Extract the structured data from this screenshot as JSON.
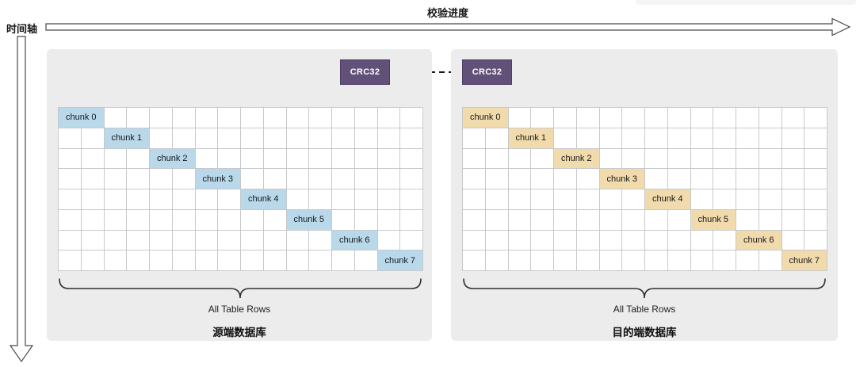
{
  "axes": {
    "progress_label": "校验进度",
    "time_label": "时间轴"
  },
  "colors": {
    "panel_bg": "#ececec",
    "grid_line": "#c6c9cc",
    "source_chunk": "#b9d8ea",
    "target_chunk": "#f1daab",
    "crc_bg": "#615077",
    "crc_border": "#4c3d62",
    "line": "#1c1c1c"
  },
  "panels": [
    {
      "id": "source",
      "crc_label": "CRC32",
      "brace_label": "All Table Rows",
      "title": "源端数据库",
      "grid": {
        "rows": 8,
        "cols": 16
      },
      "chunks": [
        "chunk 0",
        "chunk 1",
        "chunk 2",
        "chunk 3",
        "chunk 4",
        "chunk 5",
        "chunk 6",
        "chunk 7"
      ]
    },
    {
      "id": "target",
      "crc_label": "CRC32",
      "brace_label": "All Table Rows",
      "title": "目的端数据库",
      "grid": {
        "rows": 8,
        "cols": 16
      },
      "chunks": [
        "chunk 0",
        "chunk 1",
        "chunk 2",
        "chunk 3",
        "chunk 4",
        "chunk 5",
        "chunk 6",
        "chunk 7"
      ]
    }
  ]
}
